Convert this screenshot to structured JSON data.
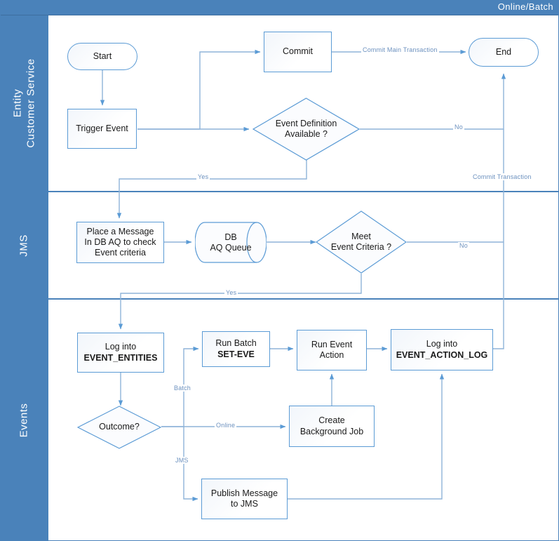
{
  "pool": {
    "title": "Online/Batch"
  },
  "lanes": [
    {
      "id": "entity",
      "label": "Entity\nCustomer Service"
    },
    {
      "id": "jms",
      "label": "JMS"
    },
    {
      "id": "events",
      "label": "Events"
    }
  ],
  "nodes": {
    "start": {
      "label": "Start",
      "shape": "terminator"
    },
    "trigger_event": {
      "label": "Trigger Event",
      "shape": "process"
    },
    "commit": {
      "label": "Commit",
      "shape": "process"
    },
    "end": {
      "label": "End",
      "shape": "terminator"
    },
    "event_def": {
      "line1": "Event Definition",
      "line2": "Available ?",
      "shape": "decision"
    },
    "place_message": {
      "line1": "Place a Message",
      "line2": "In DB AQ to check",
      "line3": "Event criteria",
      "shape": "process"
    },
    "db_aq_queue": {
      "line1": "DB",
      "line2": "AQ Queue",
      "shape": "database"
    },
    "meet_criteria": {
      "line1": "Meet",
      "line2": "Event Criteria ?",
      "shape": "decision"
    },
    "log_event_entities": {
      "line1": "Log into",
      "line2": "EVENT_ENTITIES",
      "shape": "process"
    },
    "run_batch": {
      "line1": "Run Batch",
      "line2": "SET-EVE",
      "shape": "process"
    },
    "run_event_action": {
      "line1": "Run Event",
      "line2": "Action",
      "shape": "process"
    },
    "log_event_action_log": {
      "line1": "Log into",
      "line2": "EVENT_ACTION_LOG",
      "shape": "process"
    },
    "outcome": {
      "label": "Outcome?",
      "shape": "decision"
    },
    "create_bg_job": {
      "line1": "Create",
      "line2": "Background Job",
      "shape": "process"
    },
    "publish_jms": {
      "line1": "Publish Message",
      "line2": "to JMS",
      "shape": "process"
    }
  },
  "edge_labels": {
    "commit_main_transaction": "Commit Main Transaction",
    "event_def_no": "No",
    "event_def_yes": "Yes",
    "commit_transaction": "Commit Transaction",
    "criteria_no": "No",
    "criteria_yes": "Yes",
    "outcome_batch": "Batch",
    "outcome_online": "Online",
    "outcome_jms": "JMS"
  },
  "colors": {
    "lane_band": "#4a82ba",
    "shape_border": "#5b9bd5",
    "connector": "#8fb4d9",
    "label_text": "#6c91bf",
    "header_text": "#ffffff"
  }
}
